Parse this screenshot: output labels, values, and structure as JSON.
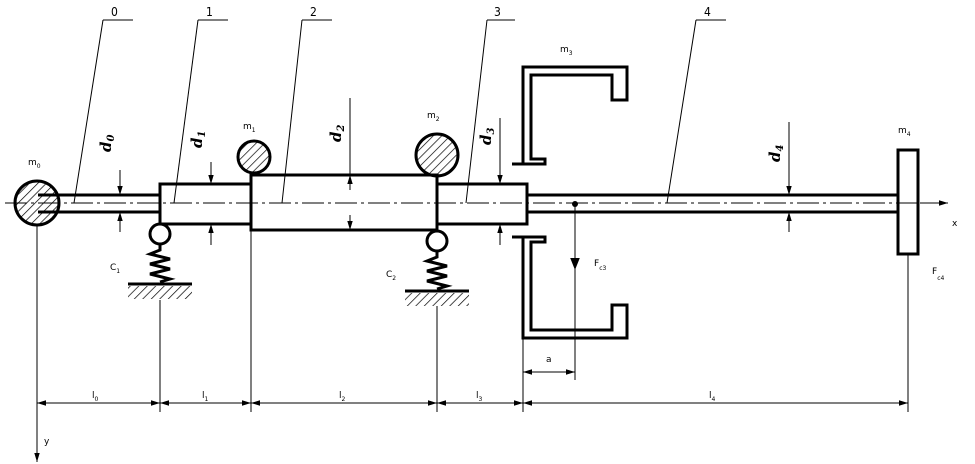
{
  "parts": [
    "0",
    "1",
    "2",
    "3",
    "4"
  ],
  "masses": {
    "m0": {
      "base": "m",
      "sub": "0"
    },
    "m1": {
      "base": "m",
      "sub": "1"
    },
    "m2": {
      "base": "m",
      "sub": "2"
    },
    "m3": {
      "base": "m",
      "sub": "3"
    },
    "m4": {
      "base": "m",
      "sub": "4"
    }
  },
  "diameters": {
    "d0": {
      "base": "d",
      "sub": "0"
    },
    "d1": {
      "base": "d",
      "sub": "1"
    },
    "d2": {
      "base": "d",
      "sub": "2"
    },
    "d3": {
      "base": "d",
      "sub": "3"
    },
    "d4": {
      "base": "d",
      "sub": "4"
    }
  },
  "springs": {
    "c1": {
      "base": "C",
      "sub": "1"
    },
    "c2": {
      "base": "C",
      "sub": "2"
    }
  },
  "forces": {
    "fc3": {
      "base": "F",
      "sub": "c3"
    },
    "fc4": {
      "base": "F",
      "sub": "c4"
    }
  },
  "lengths": {
    "l0": {
      "base": "l",
      "sub": "0"
    },
    "l1": {
      "base": "l",
      "sub": "1"
    },
    "l2": {
      "base": "l",
      "sub": "2"
    },
    "l3": {
      "base": "l",
      "sub": "3"
    },
    "l4": {
      "base": "l",
      "sub": "4"
    }
  },
  "offset_a": "a",
  "axes": {
    "x": "x",
    "y": "y"
  }
}
